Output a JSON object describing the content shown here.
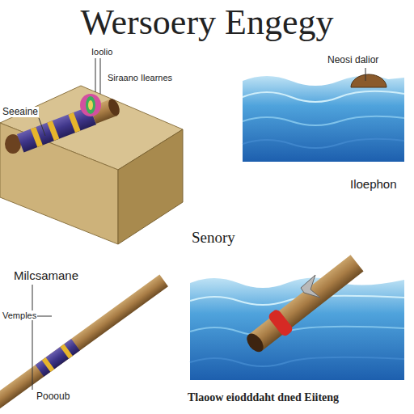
{
  "diagram": {
    "title": "Wersoery Engegy",
    "caption": "Tlaoow eiodddaht dned Eiiteng",
    "labels": [
      "Ioolio",
      "Siraano Ilearnes",
      "Seeaine",
      "Neosi dalior",
      "Iloephon",
      "Senory",
      "Milcsamane",
      "Vemples",
      "Poooub"
    ]
  }
}
